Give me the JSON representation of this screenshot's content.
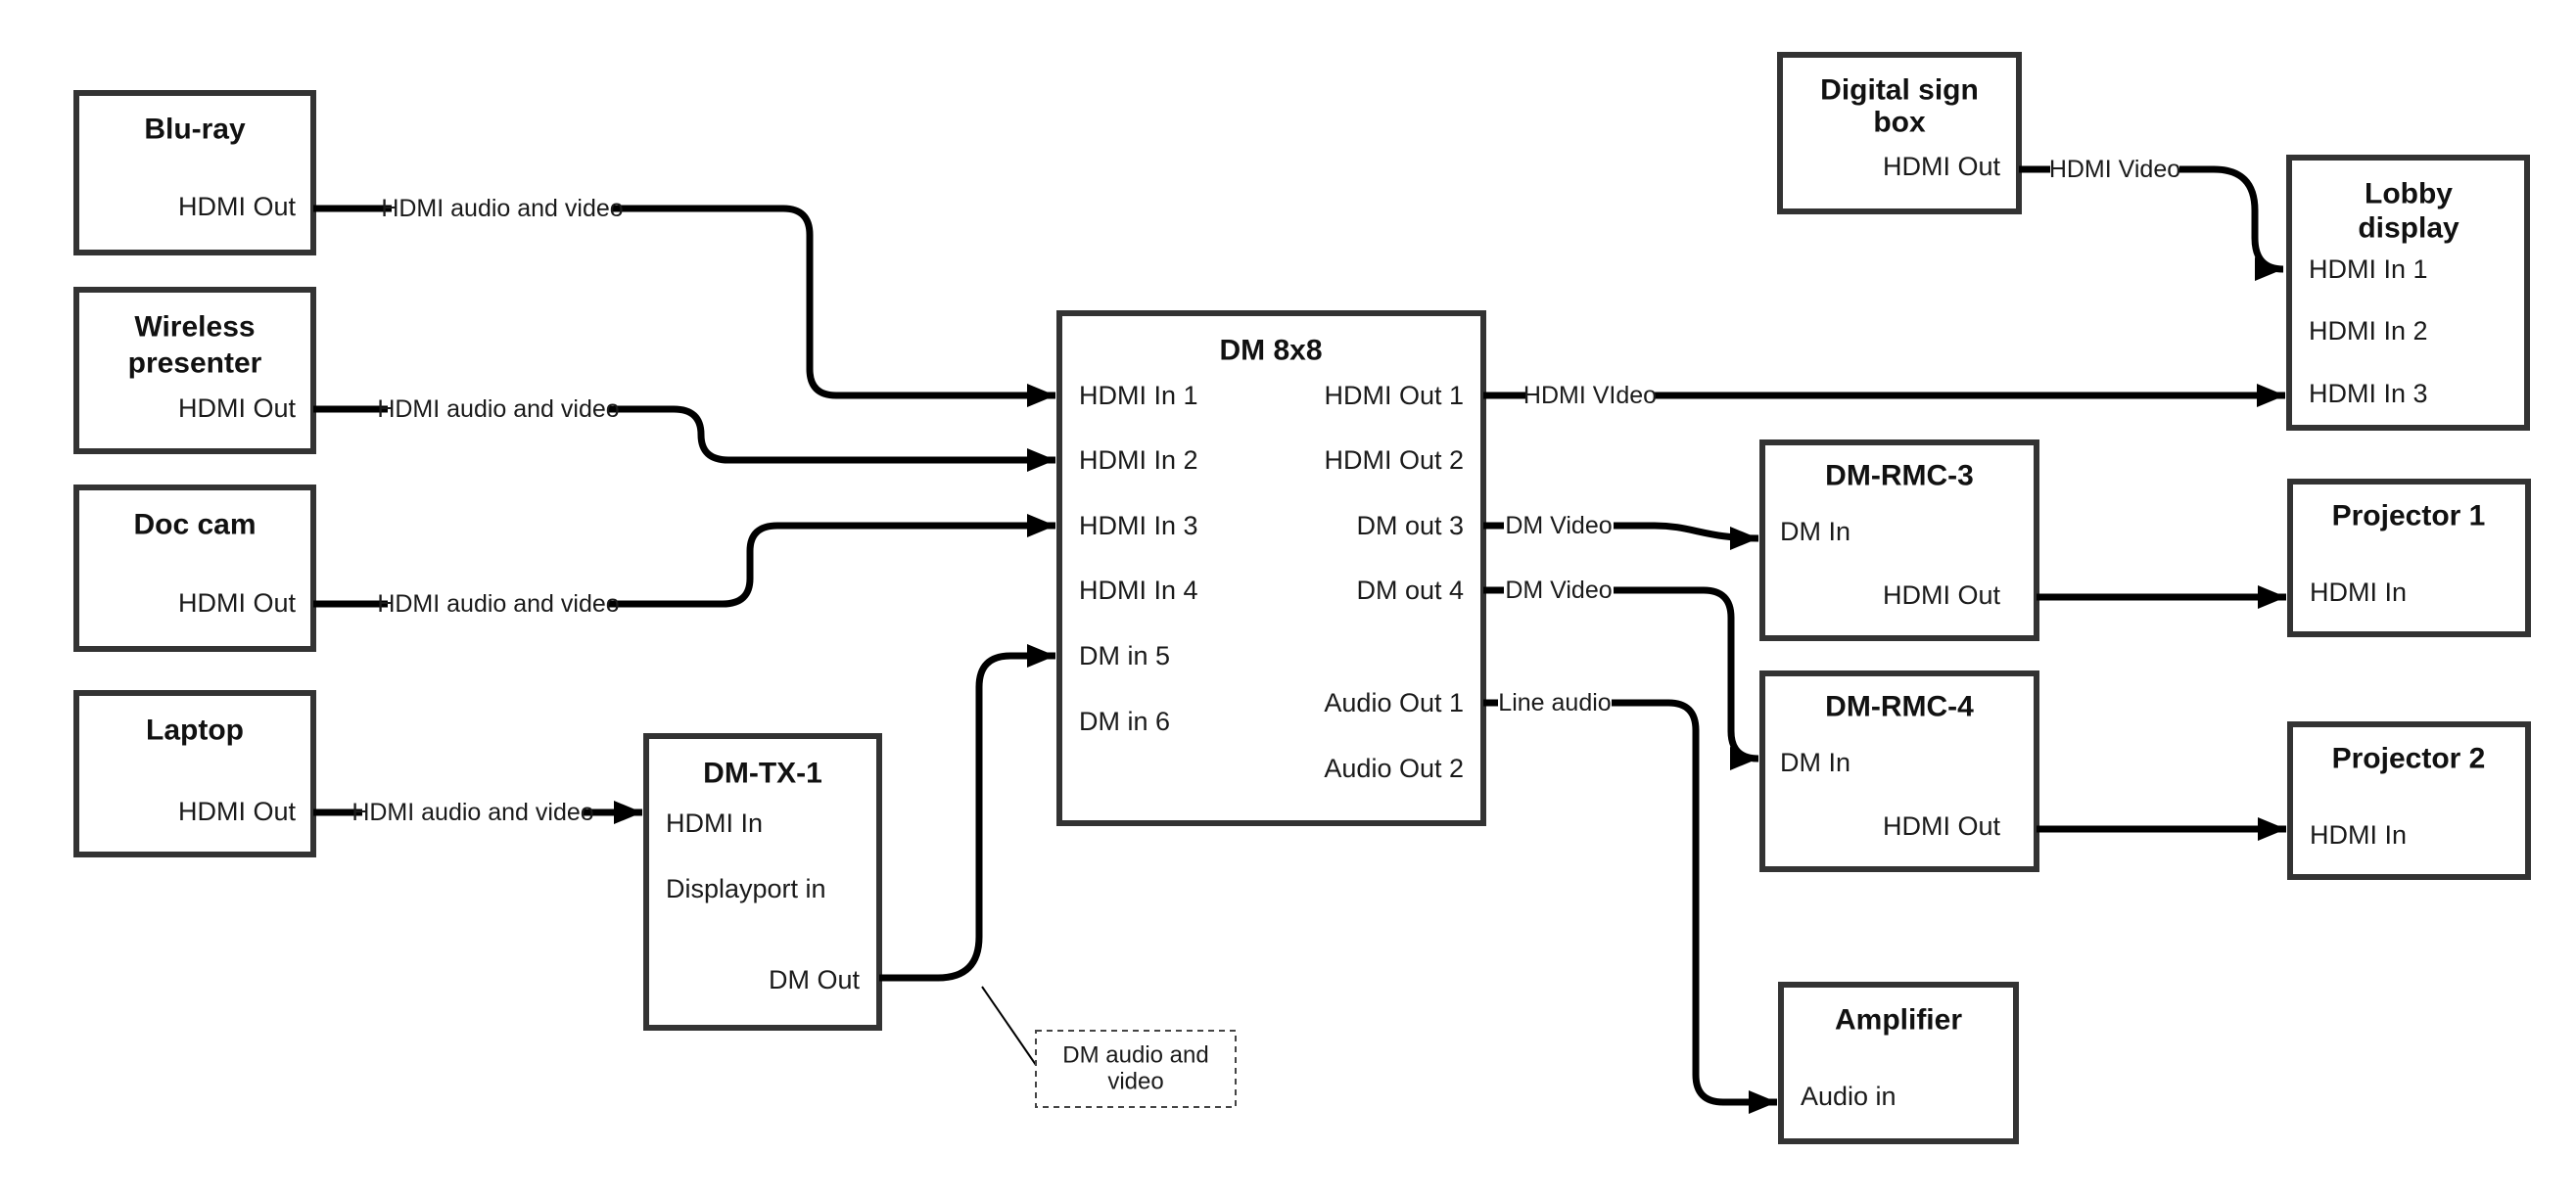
{
  "diagram": {
    "colors": {
      "background": "#ffffff",
      "line": "#000000",
      "box_border": "#333333"
    },
    "nodes": {
      "bluray": {
        "title": "Blu-ray",
        "port_hdmi_out": "HDMI Out"
      },
      "wireless": {
        "title_line1": "Wireless",
        "title_line2": "presenter",
        "port_hdmi_out": "HDMI Out"
      },
      "doccam": {
        "title": "Doc cam",
        "port_hdmi_out": "HDMI Out"
      },
      "laptop": {
        "title": "Laptop",
        "port_hdmi_out": "HDMI Out"
      },
      "dmtx1": {
        "title": "DM-TX-1",
        "port_hdmi_in": "HDMI In",
        "port_displayport_in": "Displayport in",
        "port_dm_out": "DM Out"
      },
      "dm8x8": {
        "title": "DM 8x8",
        "in1": "HDMI In 1",
        "in2": "HDMI In 2",
        "in3": "HDMI In 3",
        "in4": "HDMI In 4",
        "in5": "DM in 5",
        "in6": "DM in 6",
        "out1": "HDMI Out 1",
        "out2": "HDMI Out 2",
        "out3": "DM out 3",
        "out4": "DM out 4",
        "out5": "Audio Out 1",
        "out6": "Audio Out 2"
      },
      "signbox": {
        "title_line1": "Digital sign",
        "title_line2": "box",
        "port_hdmi_out": "HDMI Out"
      },
      "lobby": {
        "title_line1": "Lobby",
        "title_line2": "display",
        "in1": "HDMI In 1",
        "in2": "HDMI In 2",
        "in3": "HDMI In 3"
      },
      "rmc3": {
        "title": "DM-RMC-3",
        "port_dm_in": "DM In",
        "port_hdmi_out": "HDMI Out"
      },
      "proj1": {
        "title": "Projector 1",
        "port_hdmi_in": "HDMI In"
      },
      "rmc4": {
        "title": "DM-RMC-4",
        "port_dm_in": "DM In",
        "port_hdmi_out": "HDMI Out"
      },
      "proj2": {
        "title": "Projector 2",
        "port_hdmi_in": "HDMI In"
      },
      "amp": {
        "title": "Amplifier",
        "port_audio_in": "Audio in"
      }
    },
    "edges": {
      "bluray_to_dm8x8": "HDMI audio and video",
      "wireless_to_dm8x8": "HDMI audio and video",
      "doccam_to_dm8x8": "HDMI audio and video",
      "laptop_to_dmtx1": "HDMI audio and video",
      "dm8x8_to_lobby": "HDMI VIdeo",
      "dm8x8_to_rmc3": "DM Video",
      "dm8x8_to_rmc4": "DM Video",
      "dm8x8_to_amp": "Line audio",
      "signbox_to_lobby": "HDMI Video"
    },
    "note": {
      "line1": "DM audio and",
      "line2": "video"
    }
  }
}
